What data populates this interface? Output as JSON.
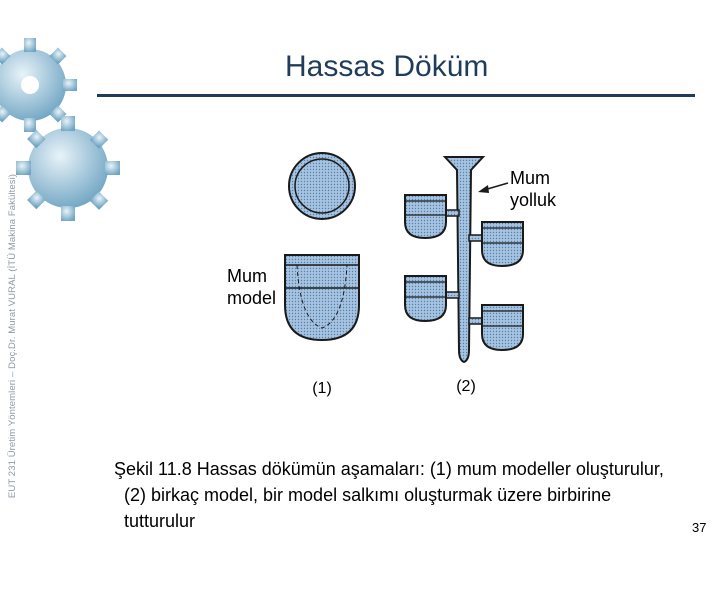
{
  "slide": {
    "title": "Hassas Döküm",
    "side_text": "EUT 231 Üretim Yöntemleri – Doç.Dr. Murat VURAL (İTÜ Makina Fakültesi)",
    "page_number": "37"
  },
  "figure": {
    "label_sprue": "Mum yolluk",
    "label_model": "Mum model",
    "step1": "(1)",
    "step2": "(2)"
  },
  "caption": "Şekil 11.8 Hassas dökümün aşamaları: (1) mum modeller oluşturulur, (2) birkaç model, bir model salkımı oluşturmak üzere birbirine tutturulur",
  "colors": {
    "title": "#1f3c5a",
    "gear": "#7fb0cc",
    "wax_fill": "#8ab0d8",
    "outline": "#1a1a1a"
  }
}
